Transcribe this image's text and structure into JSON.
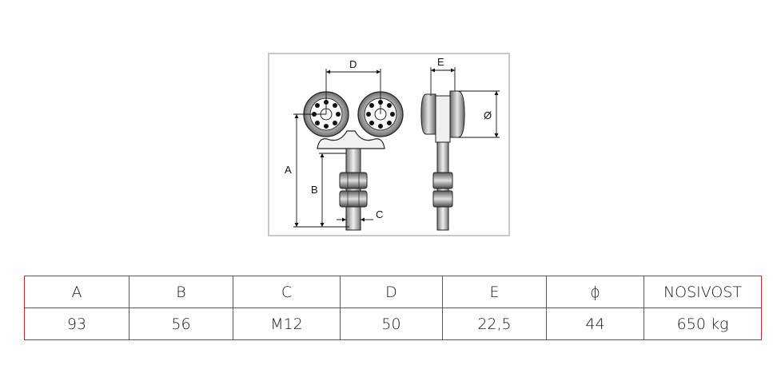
{
  "drawing": {
    "labels": {
      "a": "A",
      "b": "B",
      "c": "C",
      "d": "D",
      "e": "E",
      "diameter": "Ø"
    }
  },
  "table": {
    "headers": [
      "A",
      "B",
      "C",
      "D",
      "E",
      "ϕ",
      "NOSIVOST"
    ],
    "values": [
      "93",
      "56",
      "M12",
      "50",
      "22,5",
      "44",
      "650 kg"
    ]
  }
}
